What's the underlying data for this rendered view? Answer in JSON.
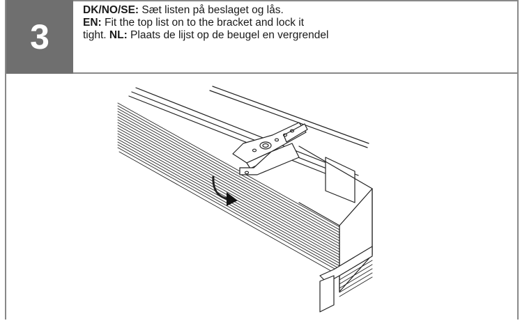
{
  "step": {
    "number": "3"
  },
  "instructions": {
    "dk_label": "DK/NO/SE:",
    "dk_text": " Sæt listen på beslaget og lås.",
    "en_label": "EN:",
    "en_text_1": " Fit the top list on to the bracket and lock it",
    "en_text_2": "tight. ",
    "nl_label": "NL:",
    "nl_text": " Plaats de lijst op de beugel en vergrendel"
  },
  "illustration": {
    "icon": "blind-headrail-bracket-illustration",
    "arrow_icon": "curved-arrow-icon"
  }
}
